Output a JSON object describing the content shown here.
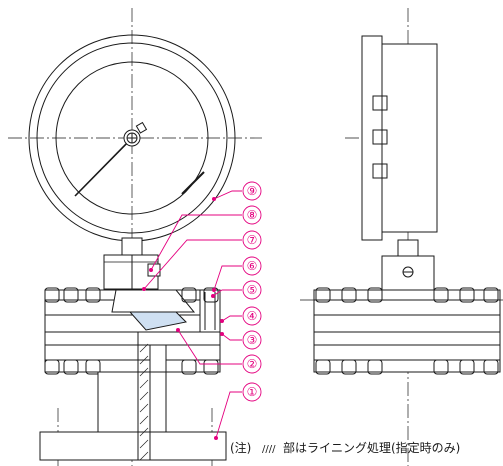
{
  "balloons": [
    "⑨",
    "⑧",
    "⑦",
    "⑥",
    "⑤",
    "④",
    "③",
    "②",
    "①"
  ],
  "note": {
    "prefix": "(注)",
    "hatch_symbol": "////",
    "text": "部はライニング処理(指定時のみ)"
  },
  "colors": {
    "accent": "#e4007f",
    "line": "#1a1a1a",
    "lining": "#cfe0f2"
  }
}
